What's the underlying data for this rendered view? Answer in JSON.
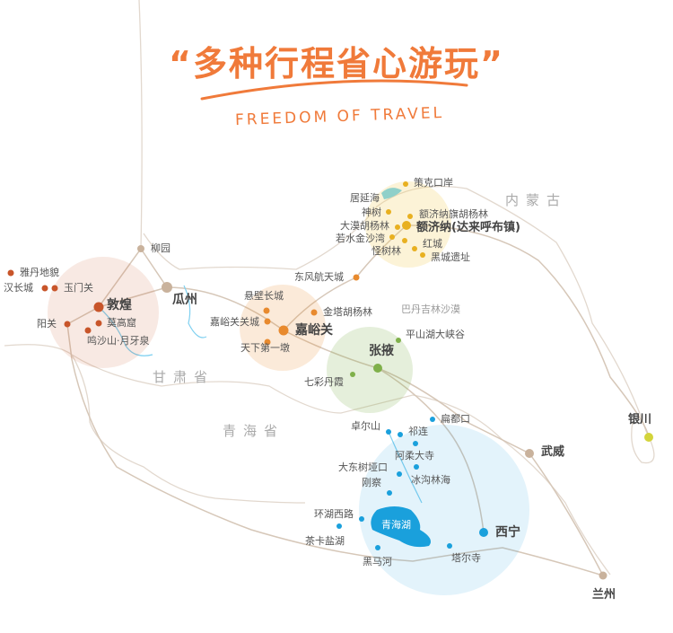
{
  "header": {
    "title": "“多种行程省心游玩”",
    "subtitle": "FREEDOM OF TRAVEL"
  },
  "colors": {
    "accent": "#f07a3a",
    "dunhuang": "#c8552a",
    "jiayuguan": "#e88a2e",
    "zhangye": "#7fb04a",
    "ejina": "#e8b020",
    "qinghai": "#1aa0dc",
    "city": "#c9b29c"
  },
  "regions": {
    "neimenggu": "内蒙古",
    "gansu": "甘肃省",
    "qinghai": "青海省",
    "badanjilin": "巴丹吉林沙漠"
  },
  "places": {
    "liuyuan": "柳园",
    "guazhou": "瓜州",
    "yadan": "雅丹地貌",
    "hanchangcheng": "汉长城",
    "yumenguan": "玉门关",
    "dunhuang": "敦煌",
    "yangguan": "阳关",
    "mogaoku": "莫高窟",
    "mingshashan": "鸣沙山·月牙泉",
    "xuanbi": "悬壁长城",
    "jinta": "金塔胡杨林",
    "guancheng": "嘉峪关关城",
    "jiayuguan": "嘉峪关",
    "tianxia": "天下第一墩",
    "dongfeng": "东风航天城",
    "ceke": "策克口岸",
    "juyanhai": "居延海",
    "shenshu": "神树",
    "ejinaqi": "额济纳旗胡杨林",
    "damo": "大漠胡杨林",
    "ejina": "额济纳(达来呼布镇)",
    "ruoshui": "若水金沙湾",
    "guaishu": "怪树林",
    "hongcheng": "红城",
    "heicheng": "黑城遗址",
    "pingshanhu": "平山湖大峡谷",
    "zhangye": "张掖",
    "qicai": "七彩丹霞",
    "zhuoer": "卓尔山",
    "qilian": "祁连",
    "biandu": "扁都口",
    "arou": "阿柔大寺",
    "binggou": "冰沟林海",
    "dadongshu": "大东树垭口",
    "gangcha": "刚察",
    "huanhu": "环湖西路",
    "chaka": "茶卡盐湖",
    "qinghaihu": "青海湖",
    "heima": "黑马河",
    "taer": "塔尔寺",
    "xining": "西宁",
    "wuwei": "武威",
    "lanzhou": "兰州",
    "yinchuan": "银川"
  }
}
